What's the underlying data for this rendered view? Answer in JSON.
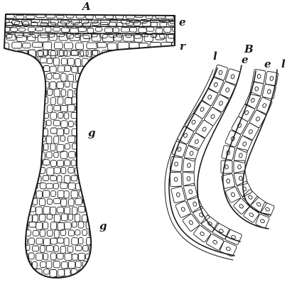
{
  "figure": {
    "panel_a_label": "A",
    "panel_b_label": "B",
    "layer_labels": {
      "a_epidermis": "e",
      "a_top_layer": "r",
      "a_gland_upper": "g",
      "a_gland_lower": "g",
      "b_left_l": "l",
      "b_left_e": "e",
      "b_right_e": "e",
      "b_right_l": "l"
    },
    "colors": {
      "ink": "#1a1a1a",
      "paper": "#ffffff"
    }
  }
}
